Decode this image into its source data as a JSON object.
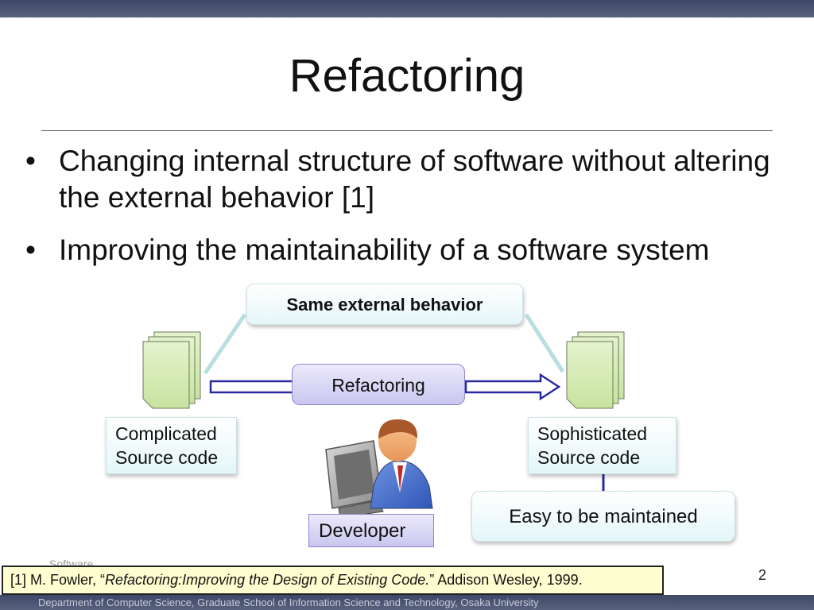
{
  "slide": {
    "title": "Refactoring",
    "bullets": [
      "Changing internal structure of software without altering the external behavior [1]",
      "Improving the maintainability of a software system"
    ],
    "bullet_symbol": "•"
  },
  "diagram": {
    "same_behavior": "Same external behavior",
    "refactoring": "Refactoring",
    "complicated": [
      "Complicated",
      "Source code"
    ],
    "sophisticated": [
      "Sophisticated",
      "Source code"
    ],
    "easy": "Easy to be maintained",
    "developer": "Developer",
    "icons": [
      "document-stack-icon",
      "developer-icon"
    ]
  },
  "footer": {
    "ref_prefix": "[1] M. Fowler, “",
    "ref_title": "Refactoring:Improving the Design of Existing Code.",
    "ref_suffix": "” Addison Wesley, 1999.",
    "page_number": "2",
    "department": "Department of Computer Science, Graduate School of Information Science and Technology, Osaka University",
    "logo": "Software"
  },
  "colors": {
    "bar": "#4a5372",
    "document": "#d6ebb4",
    "callout": "#e4f6f8",
    "refactor_box": "#d6d3f4",
    "footnote_bg": "#fffed0"
  }
}
